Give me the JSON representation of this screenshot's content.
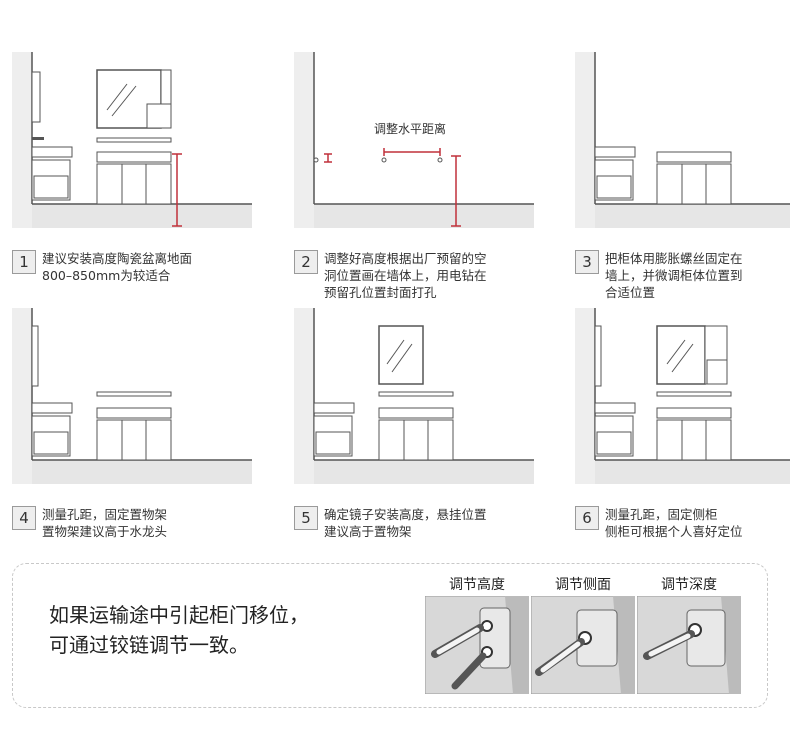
{
  "steps": [
    {
      "num": "1",
      "lines": [
        "建议安装高度陶瓷盆离地面",
        "800–850mm为较适合"
      ]
    },
    {
      "num": "2",
      "lines": [
        "调整好高度根据出厂预留的空",
        "洞位置画在墙体上，用电钻在",
        "预留孔位置封面打孔"
      ],
      "label": "调整水平距离"
    },
    {
      "num": "3",
      "lines": [
        "把柜体用膨胀螺丝固定在",
        "墙上，并微调柜体位置到",
        "合适位置"
      ]
    },
    {
      "num": "4",
      "lines": [
        "测量孔距，固定置物架",
        "置物架建议高于水龙头"
      ]
    },
    {
      "num": "5",
      "lines": [
        "确定镜子安装高度，悬挂位置",
        "建议高于置物架"
      ]
    },
    {
      "num": "6",
      "lines": [
        "测量孔距，固定侧柜",
        "侧柜可根据个人喜好定位"
      ]
    }
  ],
  "tip": {
    "lines": [
      "如果运输途中引起柜门移位，",
      "可通过铰链调节一致。"
    ],
    "hinges": [
      "调节高度",
      "调节侧面",
      "调节深度"
    ]
  },
  "colors": {
    "line": "#555555",
    "measure": "#c0303a",
    "floor": "#e6e6e6",
    "wall": "#eeeeee",
    "hingebg": "#d8d8d8"
  }
}
